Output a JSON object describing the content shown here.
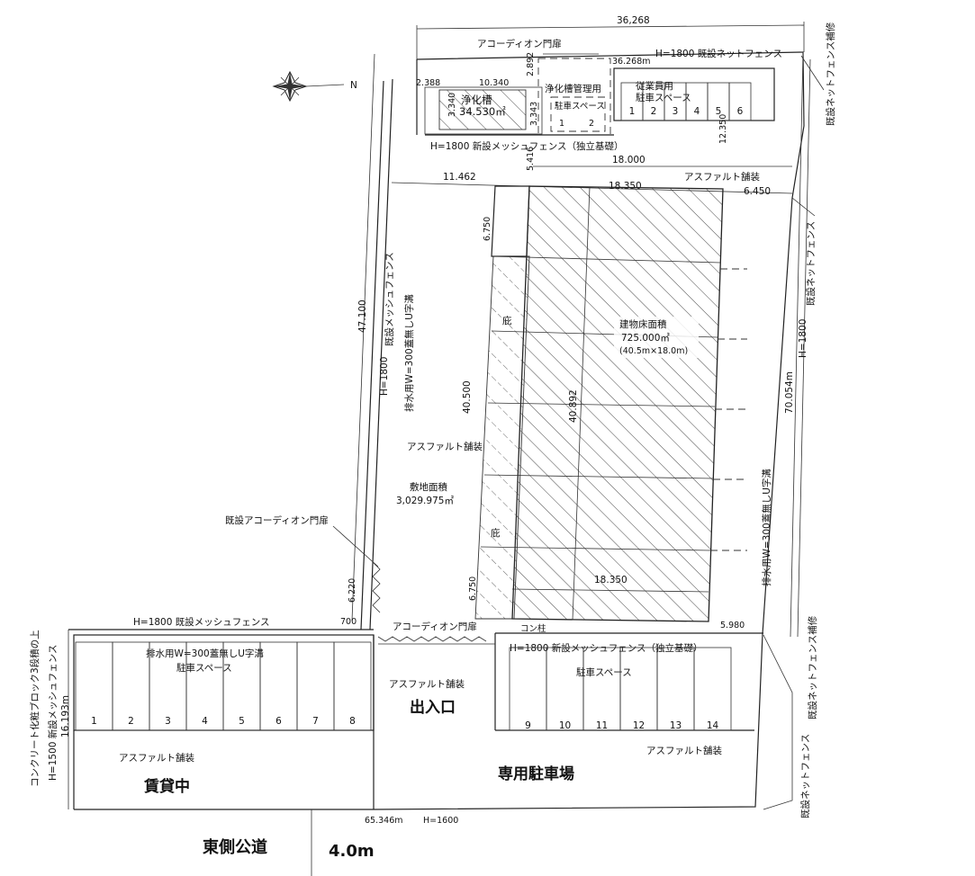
{
  "labels": {
    "dim_top": "36,268",
    "accordion_gate_top": "アコーディオン門扉",
    "fence_existing_net_top": "H=1800  既設ネットフェンス",
    "dim_top_right": "36.268m",
    "dim_2_892": "2.892",
    "dim_10_340": "10.340",
    "dim_2_388": "2.388",
    "septic_tank": "浄化槽",
    "septic_area": "34.530㎡",
    "septic_parking": "浄化槽管理用",
    "car_space_small": "駐車スペース",
    "dim_3_340": "3.340",
    "dim_3_343": "3.343",
    "staff_parking_1": "従業員用",
    "staff_parking_2": "駐車スペース",
    "dim_12_350": "12.350",
    "new_mesh_fence_top": "H=1800  新設メッシュフェンス（独立基礎）",
    "dim_5_416": "5.416",
    "dim_18_000": "18.000",
    "dim_11_462": "11.462",
    "asphalt_top": "アスファルト舗装",
    "dim_18_350_top": "18.350",
    "dim_6_450": "6.450",
    "dim_6_750_top": "6.750",
    "existing_net_fence_repair_top": "既設ネットフェンス補修",
    "existing_net_fence_right": "既設ネットフェンス",
    "h1800_right": "H=1800",
    "dim_70_054": "70.054m",
    "drain_right": "排水用W=300蓋無しU字溝",
    "dim_47_100": "47.100",
    "existing_mesh_left": "既設メッシュフェンス",
    "h1800_left": "H=1800",
    "drain_left": "排水用W=300蓋無しU字溝",
    "building_area_title": "建物床面積",
    "building_area_value": "725.000㎡",
    "building_area_dims": "(40.5m×18.0m)",
    "dim_40_500": "40.500",
    "dim_40_892": "40.892",
    "eaves_1": "庇",
    "eaves_2": "庇",
    "asphalt_mid": "アスファルト舗装",
    "site_area_title": "敷地面積",
    "site_area_value": "3,029.975㎡",
    "existing_accordion_gate": "既設アコーディオン門扉",
    "dim_6_220": "6.220",
    "dim_700": "700",
    "dim_6_750_bottom": "6.750",
    "dim_18_350_bottom": "18.350",
    "concrete_column": "コン柱",
    "dim_5_980": "5.980",
    "accordion_gate_bottom": "アコーディオン門扉",
    "fence_mesh_left_bottom": "H=1800  既設メッシュフェンス",
    "drain_bottom_left": "排水用W=300蓋無しU字溝",
    "parking_space_left": "駐車スペース",
    "new_mesh_bottom": "H=1800  新設メッシュフェンス（独立基礎）",
    "parking_space_right": "駐車スペース",
    "asphalt_entrance": "アスファルト舗装",
    "entrance": "出入口",
    "concrete_block_1": "コンクリート化粧ブロック3段積の上",
    "concrete_block_2": "H=1500  新設メッシュフェンス",
    "dim_16_193": "16.193m",
    "asphalt_rental": "アスファルト舗装",
    "for_rent": "賃貸中",
    "dedicated_parking": "専用駐車場",
    "asphalt_dedicated": "アスファルト舗装",
    "existing_net_fence_repair_bottom": "既設ネットフェンス補修",
    "existing_net_fence_bottom": "既設ネットフェンス",
    "dim_65_346": "65.346m",
    "h1600": "H=1600",
    "east_road": "東側公道",
    "road_width": "4.0m",
    "north_mark": "N"
  },
  "staff_stalls": [
    "1",
    "2",
    "3",
    "4",
    "5",
    "6"
  ],
  "left_stalls": [
    "1",
    "2",
    "3",
    "4",
    "5",
    "6",
    "7",
    "8"
  ],
  "right_stalls": [
    "9",
    "10",
    "11",
    "12",
    "13",
    "14"
  ]
}
